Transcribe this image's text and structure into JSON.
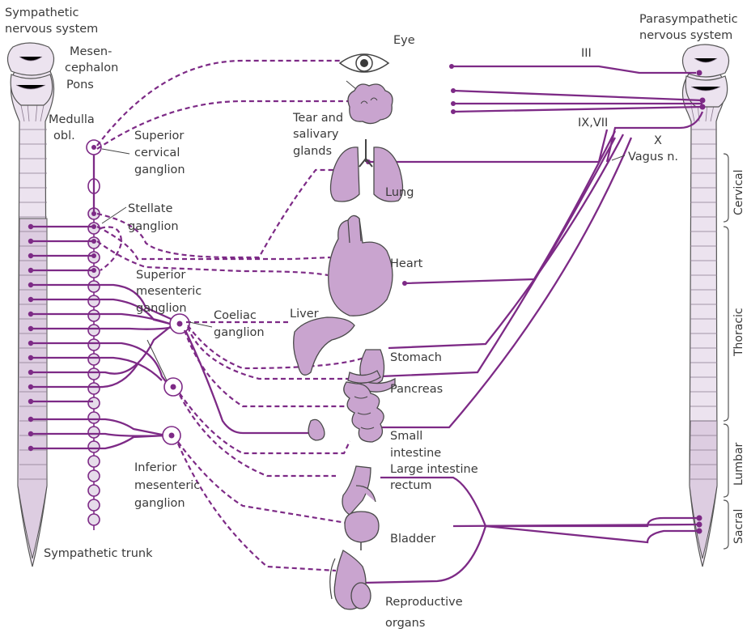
{
  "titles": {
    "sympathetic_1": "Sympathetic",
    "sympathetic_2": "nervous system",
    "parasympathetic_1": "Parasympathetic",
    "parasympathetic_2": "nervous system"
  },
  "brain": {
    "mesen_1": "Mesen-",
    "mesen_2": "cephalon",
    "pons": "Pons",
    "medulla_1": "Medulla",
    "medulla_2": "obl."
  },
  "ganglia": {
    "superior_cervical_1": "Superior",
    "superior_cervical_2": "cervical",
    "superior_cervical_3": "ganglion",
    "stellate_1": "Stellate",
    "stellate_2": "ganglion",
    "superior_mesenteric_1": "Superior",
    "superior_mesenteric_2": "mesenteric",
    "superior_mesenteric_3": "ganglion",
    "coeliac_1": "Coeliac",
    "coeliac_2": "ganglion",
    "inferior_mesenteric_1": "Inferior",
    "inferior_mesenteric_2": "mesenteric",
    "inferior_mesenteric_3": "ganglion",
    "trunk": "Sympathetic trunk"
  },
  "organs": {
    "eye": "Eye",
    "tear_1": "Tear and",
    "tear_2": "salivary",
    "tear_3": "glands",
    "lung": "Lung",
    "heart": "Heart",
    "liver": "Liver",
    "stomach": "Stomach",
    "pancreas": "Pancreas",
    "small_1": "Small",
    "small_2": "intestine",
    "large_1": "Large intestine",
    "large_2": "rectum",
    "bladder": "Bladder",
    "repro_1": "Reproductive",
    "repro_2": "organs"
  },
  "nerves": {
    "iii": "III",
    "ix_vii": "IX,VII",
    "x": "X",
    "vagus": "Vagus n."
  },
  "regions": {
    "cervical": "Cervical",
    "thoracic": "Thoracic",
    "lumbar": "Lumbar",
    "sacral": "Sacral"
  },
  "colors": {
    "nerve": "#7d2a86",
    "organ_fill": "#c9a4cf",
    "cord_fill": "#ece3ef"
  }
}
